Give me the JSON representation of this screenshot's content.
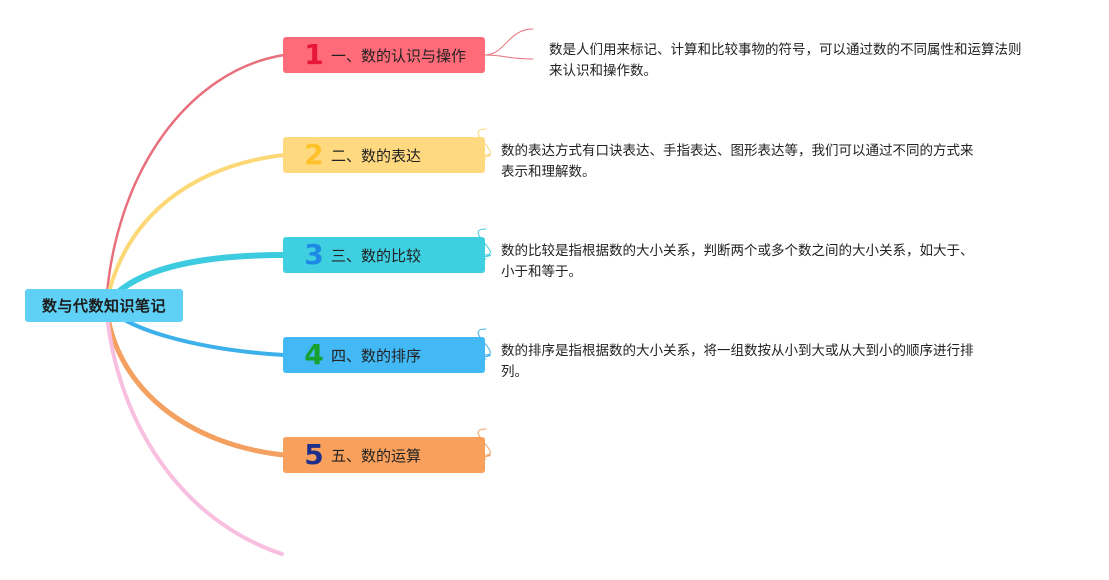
{
  "root": {
    "label": "数与代数知识笔记",
    "color": "#5fd0f6"
  },
  "topics": [
    {
      "number": "1",
      "label": "一、数的认识与操作",
      "bg": "#ff6b78",
      "num_color": "#e8163a",
      "branch_color": "#e8707c",
      "note": [
        "数是人们用来标记、计算和比较事物的符号，可以通过数的不同属性和运算法则",
        "来认识和操作数。"
      ]
    },
    {
      "number": "2",
      "label": "二、数的表达",
      "bg": "#ffd980",
      "num_color": "#ffc12a",
      "branch_color": "#fcd877",
      "note": [
        "数的表达方式有口诀表达、手指表达、图形表达等，我们可以通过不同的方式来",
        "表示和理解数。"
      ]
    },
    {
      "number": "3",
      "label": "三、数的比较",
      "bg": "#3ecfe0",
      "num_color": "#1e88e5",
      "branch_color": "#3dcbe0",
      "note": [
        "数的比较是指根据数的大小关系，判断两个或多个数之间的大小关系，如大于、",
        "小于和等于。"
      ]
    },
    {
      "number": "4",
      "label": "四、数的排序",
      "bg": "#42b8f5",
      "num_color": "#17a02e",
      "branch_color": "#3cb0ea",
      "note": [
        "数的排序是指根据数的大小关系，将一组数按从小到大或从大到小的顺序进行排",
        "列。"
      ]
    },
    {
      "number": "5",
      "label": "五、数的运算",
      "bg": "#f9a05c",
      "num_color": "#1d2f8a",
      "branch_color": "#f3a060",
      "note": []
    }
  ],
  "extra_branch_color": "#f8bfe0"
}
